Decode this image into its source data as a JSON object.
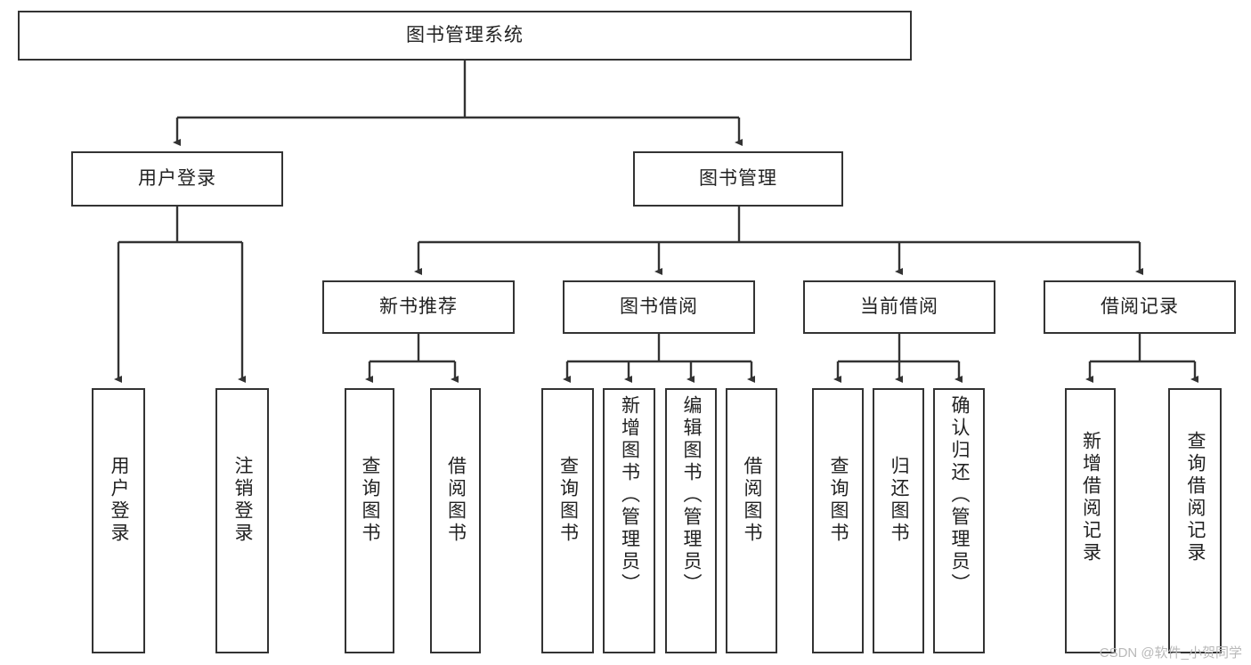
{
  "diagram": {
    "title": "图书管理系统",
    "type": "tree-hierarchy-chart",
    "watermark": "CSDN @软件_小贺同学",
    "root": {
      "label": "图书管理系统"
    },
    "level2": [
      {
        "label": "用户登录"
      },
      {
        "label": "图书管理"
      }
    ],
    "level3": [
      {
        "label": "新书推荐"
      },
      {
        "label": "图书借阅"
      },
      {
        "label": "当前借阅"
      },
      {
        "label": "借阅记录"
      }
    ],
    "leaves": {
      "user_login": [
        {
          "label": "用户登录"
        },
        {
          "label": "注销登录"
        }
      ],
      "new_book_recommend": [
        {
          "label": "查询图书"
        },
        {
          "label": "借阅图书"
        }
      ],
      "book_borrow": [
        {
          "label": "查询图书"
        },
        {
          "label": "新增图书（管理员）"
        },
        {
          "label": "编辑图书（管理员）"
        },
        {
          "label": "借阅图书"
        }
      ],
      "current_borrow": [
        {
          "label": "查询图书"
        },
        {
          "label": "归还图书"
        },
        {
          "label": "确认归还（管理员）"
        }
      ],
      "borrow_record": [
        {
          "label": "新增借阅记录"
        },
        {
          "label": "查询借阅记录"
        }
      ]
    },
    "colors": {
      "border": "#333333",
      "background": "#ffffff",
      "text": "#222222",
      "watermark": "#b9b9b9"
    }
  }
}
